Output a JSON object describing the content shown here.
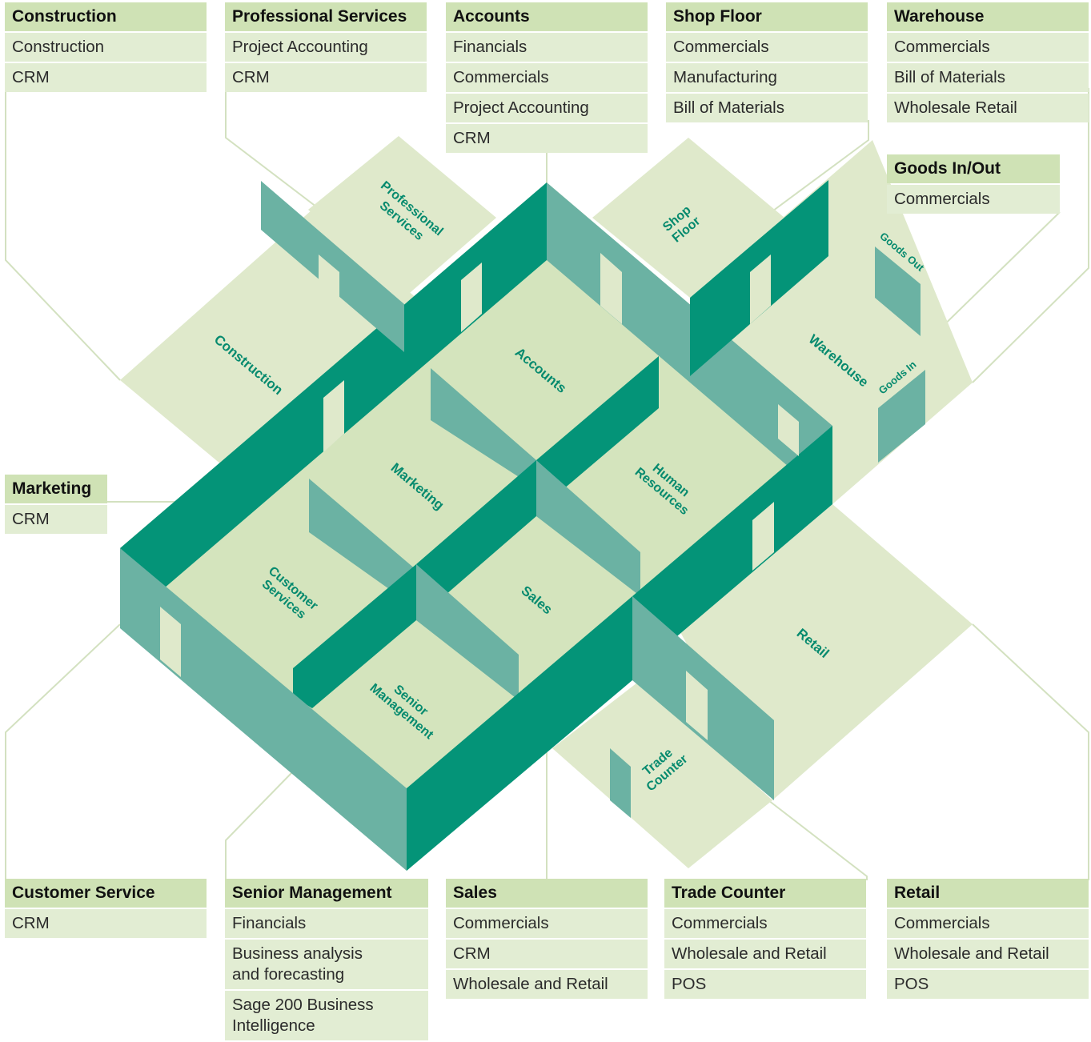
{
  "colors": {
    "floor": "#dce8c6",
    "floor_outside": "#dfe9cb",
    "wall_dark": "#049478",
    "wall_light": "#6bb2a3",
    "label_text": "#068a6e",
    "header_bg": "#cfe2b5",
    "item_bg": "#e2edd3",
    "line": "#d3e1c0"
  },
  "rooms": {
    "construction": "Construction",
    "professional_services": "Professional Services",
    "accounts": "Accounts",
    "shop_floor": "Shop Floor",
    "warehouse": "Warehouse",
    "goods_out": "Goods Out",
    "goods_in": "Goods In",
    "marketing": "Marketing",
    "human_resources": "Human Resources",
    "customer_services": "Customer Services",
    "sales": "Sales",
    "senior_management": "Senior Management",
    "retail": "Retail",
    "trade_counter": "Trade Counter"
  },
  "departments": [
    {
      "id": "construction",
      "title": "Construction",
      "items": [
        "Construction",
        "CRM"
      ]
    },
    {
      "id": "professional-services",
      "title": "Professional Services",
      "items": [
        "Project Accounting",
        "CRM"
      ]
    },
    {
      "id": "accounts",
      "title": "Accounts",
      "items": [
        "Financials",
        "Commercials",
        "Project Accounting",
        "CRM"
      ]
    },
    {
      "id": "shop-floor",
      "title": "Shop Floor",
      "items": [
        "Commercials",
        "Manufacturing",
        "Bill of Materials"
      ]
    },
    {
      "id": "warehouse",
      "title": "Warehouse",
      "items": [
        "Commercials",
        "Bill of Materials",
        "Wholesale Retail"
      ]
    },
    {
      "id": "goods-in-out",
      "title": "Goods In/Out",
      "items": [
        "Commercials"
      ]
    },
    {
      "id": "marketing",
      "title": "Marketing",
      "items": [
        "CRM"
      ]
    },
    {
      "id": "customer-service",
      "title": "Customer Service",
      "items": [
        "CRM"
      ]
    },
    {
      "id": "senior-management",
      "title": "Senior Management",
      "items": [
        "Financials",
        "Business analysis and forecasting",
        "Sage 200 Business Intelligence"
      ]
    },
    {
      "id": "sales",
      "title": "Sales",
      "items": [
        "Commercials",
        "CRM",
        "Wholesale and Retail"
      ]
    },
    {
      "id": "trade-counter",
      "title": "Trade Counter",
      "items": [
        "Commercials",
        "Wholesale and Retail",
        "POS"
      ]
    },
    {
      "id": "retail",
      "title": "Retail",
      "items": [
        "Commercials",
        "Wholesale and Retail",
        "POS"
      ]
    }
  ]
}
